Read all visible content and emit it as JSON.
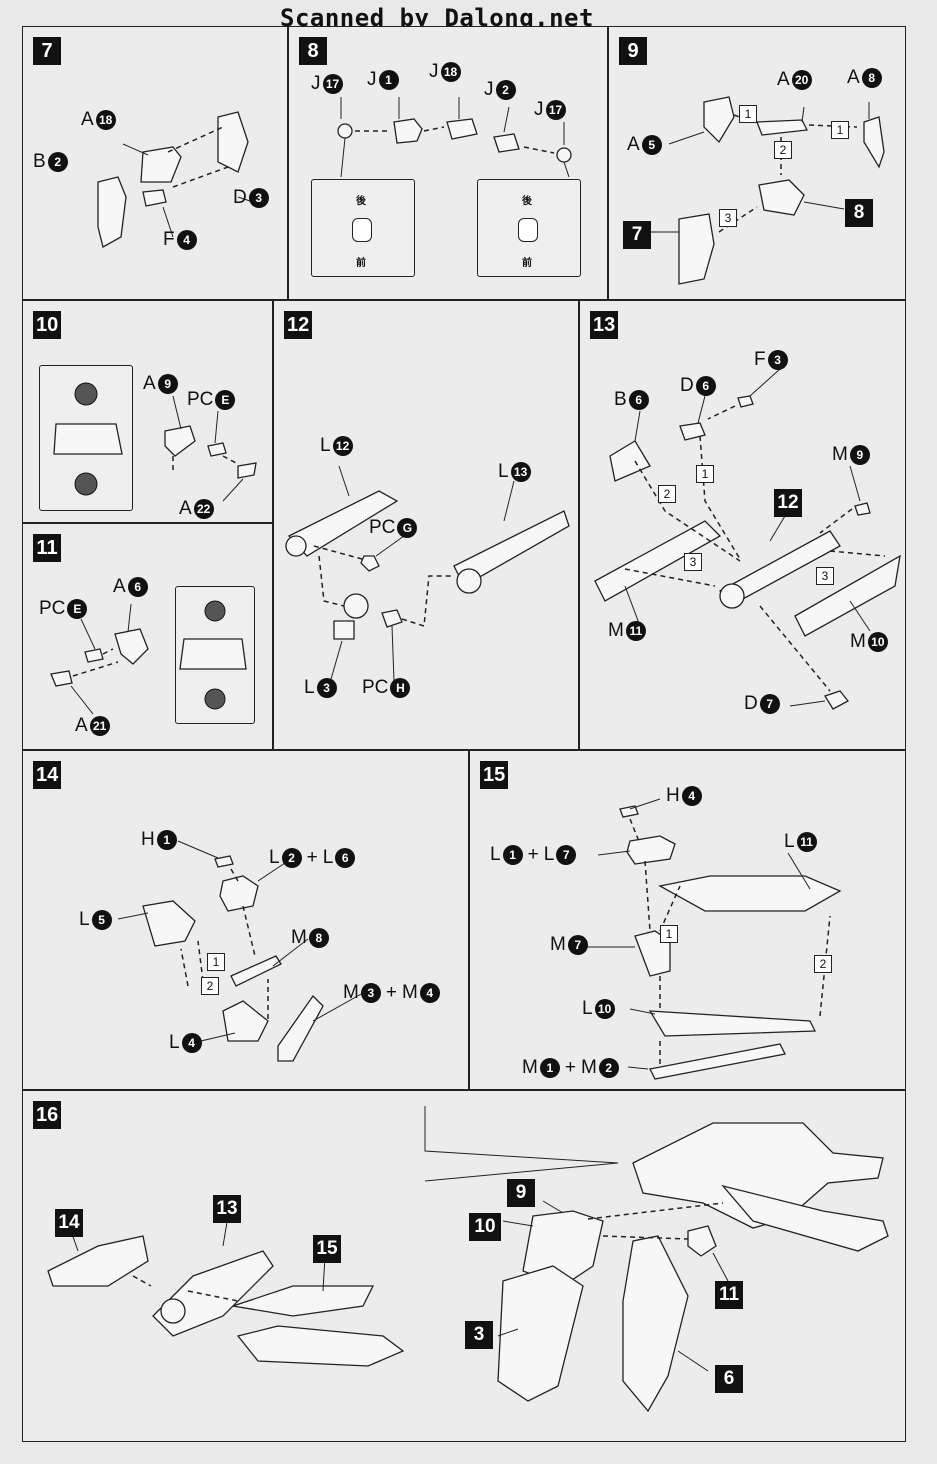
{
  "scan_credit": "Scanned by Dalong.net",
  "panels": {
    "p7": {
      "step": "7",
      "labels": [
        {
          "letter": "A",
          "num": "18"
        },
        {
          "letter": "B",
          "num": "2"
        },
        {
          "letter": "D",
          "num": "3"
        },
        {
          "letter": "F",
          "num": "4"
        }
      ]
    },
    "p8": {
      "step": "8",
      "labels": [
        {
          "letter": "J",
          "num": "17"
        },
        {
          "letter": "J",
          "num": "1"
        },
        {
          "letter": "J",
          "num": "18"
        },
        {
          "letter": "J",
          "num": "2"
        },
        {
          "letter": "J",
          "num": "17"
        }
      ],
      "back_label": "後",
      "front_label": "前"
    },
    "p9": {
      "step": "9",
      "labels": [
        {
          "letter": "A",
          "num": "20"
        },
        {
          "letter": "A",
          "num": "8"
        },
        {
          "letter": "A",
          "num": "5"
        }
      ],
      "blocks": [
        "8",
        "7"
      ],
      "steps": [
        "1",
        "1",
        "2",
        "3"
      ]
    },
    "p10": {
      "step": "10",
      "labels": [
        {
          "letter": "A",
          "num": "9"
        },
        {
          "letter": "PC",
          "num": "E"
        },
        {
          "letter": "A",
          "num": "22"
        }
      ]
    },
    "p11": {
      "step": "11",
      "labels": [
        {
          "letter": "A",
          "num": "6"
        },
        {
          "letter": "PC",
          "num": "E"
        },
        {
          "letter": "A",
          "num": "21"
        }
      ]
    },
    "p12": {
      "step": "12",
      "labels": [
        {
          "letter": "L",
          "num": "12"
        },
        {
          "letter": "L",
          "num": "13"
        },
        {
          "letter": "PC",
          "num": "G"
        },
        {
          "letter": "L",
          "num": "3"
        },
        {
          "letter": "PC",
          "num": "H"
        }
      ]
    },
    "p13": {
      "step": "13",
      "labels": [
        {
          "letter": "F",
          "num": "3"
        },
        {
          "letter": "D",
          "num": "6"
        },
        {
          "letter": "B",
          "num": "6"
        },
        {
          "letter": "M",
          "num": "9"
        },
        {
          "letter": "M",
          "num": "11"
        },
        {
          "letter": "M",
          "num": "10"
        },
        {
          "letter": "D",
          "num": "7"
        }
      ],
      "blocks": [
        "12"
      ],
      "steps": [
        "1",
        "2",
        "3",
        "3"
      ]
    },
    "p14": {
      "step": "14",
      "labels": [
        {
          "letter": "H",
          "num": "1"
        },
        {
          "letter": "L",
          "num": "5"
        },
        {
          "letter": "M",
          "num": "8"
        },
        {
          "letter": "L",
          "num": "4"
        }
      ],
      "combo1": {
        "a": "L",
        "an": "2",
        "plus": "+",
        "b": "L",
        "bn": "6"
      },
      "combo2": {
        "a": "M",
        "an": "3",
        "plus": "+",
        "b": "M",
        "bn": "4"
      },
      "steps": [
        "1",
        "2"
      ]
    },
    "p15": {
      "step": "15",
      "labels": [
        {
          "letter": "H",
          "num": "4"
        },
        {
          "letter": "L",
          "num": "11"
        },
        {
          "letter": "M",
          "num": "7"
        },
        {
          "letter": "L",
          "num": "10"
        }
      ],
      "combo1": {
        "a": "L",
        "an": "1",
        "plus": "+",
        "b": "L",
        "bn": "7"
      },
      "combo2": {
        "a": "M",
        "an": "1",
        "plus": "+",
        "b": "M",
        "bn": "2"
      },
      "steps": [
        "1",
        "2"
      ]
    },
    "p16": {
      "step": "16",
      "blocks": [
        "14",
        "13",
        "15",
        "9",
        "10",
        "11",
        "3",
        "6"
      ]
    }
  }
}
